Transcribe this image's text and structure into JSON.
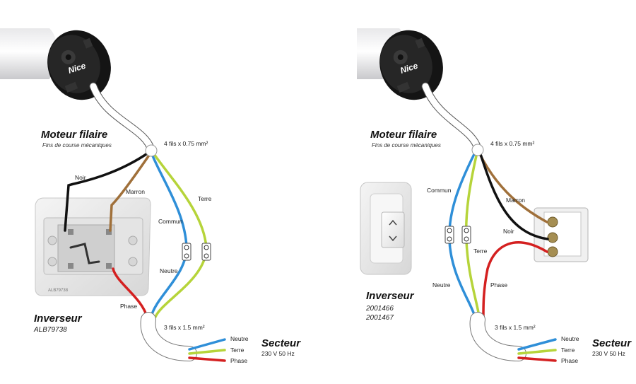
{
  "colors": {
    "black_wire": "#111111",
    "brown_wire": "#a0703a",
    "blue_wire": "#2f8fd8",
    "yellow_green_wire": "#b6d43a",
    "red_wire": "#d42020",
    "cable_sheath": "#ffffff",
    "motor_body": "#1a1a1a"
  },
  "left": {
    "motor_title": "Moteur filaire",
    "motor_subtitle": "Fins de course mécaniques",
    "motor_brand": "Nice",
    "cable_top": "4 fils x 0.75 mm²",
    "cable_bottom": "3 fils x 1.5 mm²",
    "wire_noir": "Noir",
    "wire_marron": "Marron",
    "wire_commun": "Commun",
    "wire_terre": "Terre",
    "wire_neutre": "Neutre",
    "wire_phase": "Phase",
    "switch_title": "Inverseur",
    "switch_ref": "ALB79738",
    "switch_print": "ALB79738",
    "secteur_title": "Secteur",
    "secteur_spec": "230 V 50 Hz",
    "out_neutre": "Neutre",
    "out_terre": "Terre",
    "out_phase": "Phase"
  },
  "right": {
    "motor_title": "Moteur filaire",
    "motor_subtitle": "Fins de course mécaniques",
    "motor_brand": "Nice",
    "cable_top": "4 fils x 0.75 mm²",
    "cable_bottom": "3 fils x 1.5 mm²",
    "wire_commun": "Commun",
    "wire_marron": "Marron",
    "wire_noir": "Noir",
    "wire_terre": "Terre",
    "wire_neutre": "Neutre",
    "wire_phase": "Phase",
    "switch_title": "Inverseur",
    "switch_ref_1": "2001466",
    "switch_ref_2": "2001467",
    "secteur_title": "Secteur",
    "secteur_spec": "230 V 50 Hz",
    "out_neutre": "Neutre",
    "out_terre": "Terre",
    "out_phase": "Phase"
  }
}
